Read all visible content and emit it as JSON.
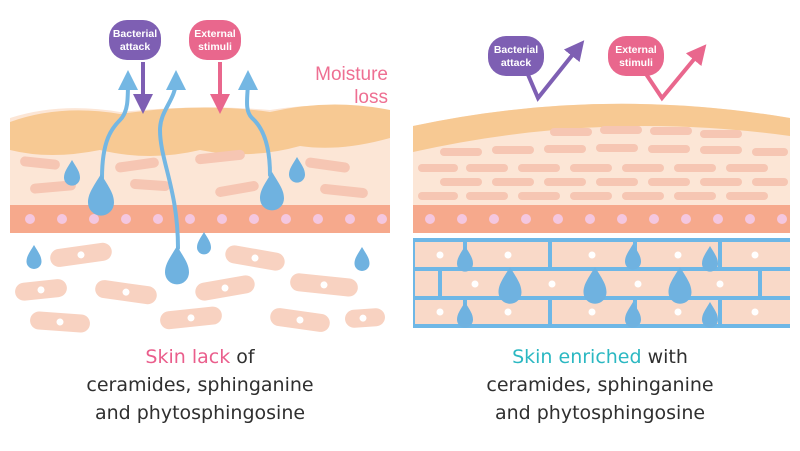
{
  "left": {
    "bubble_1": "Bacterial attack",
    "bubble_1_lines": [
      "Bacterial",
      "attack"
    ],
    "bubble_2": "External stimuli",
    "bubble_2_lines": [
      "External",
      "stimuli"
    ],
    "moisture_label": "Moisture loss",
    "moisture_lines": [
      "Moisture",
      "loss"
    ],
    "caption_highlight": "Skin lack",
    "caption_rest": " of",
    "caption_line2": "ceramides, sphinganine",
    "caption_line3": "and phytosphingosine"
  },
  "right": {
    "bubble_1": "Bacterial attack",
    "bubble_1_lines": [
      "Bacterial",
      "attack"
    ],
    "bubble_2": "External stimuli",
    "bubble_2_lines": [
      "External",
      "stimuli"
    ],
    "caption_highlight": "Skin enriched",
    "caption_rest": " with",
    "caption_line2": "ceramides, sphinganine",
    "caption_line3": "and phytosphingosine"
  },
  "colors": {
    "bacterial_bubble": "#7e5fb3",
    "external_bubble": "#e9678d",
    "arrow_blue": "#74b7e3",
    "droplet": "#6fb2e0",
    "epidermis_top": "#f7c993",
    "skin_base": "#fce6d6",
    "cell": "#f6c6b3",
    "band": "#f6a98c",
    "band_dot": "#f4c7df",
    "barrier_line": "#6eb7e6",
    "caption_pink": "#ea5e8c",
    "caption_teal": "#2bb8c2"
  }
}
